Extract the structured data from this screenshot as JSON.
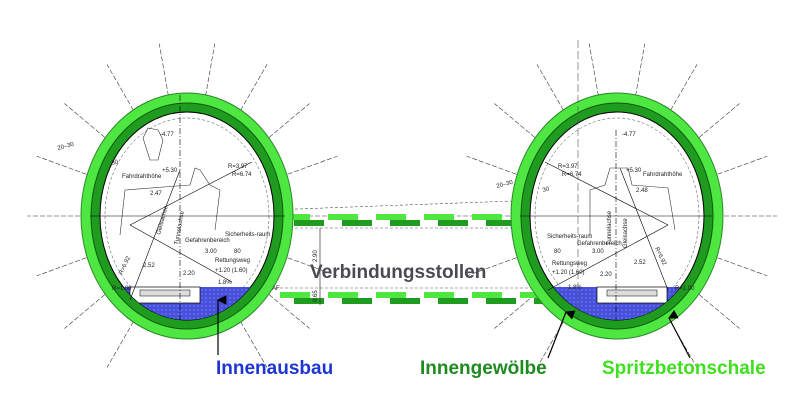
{
  "title": "Verbindungsstollen",
  "legend": [
    {
      "label": "Innenausbau",
      "color": "#1e35d6"
    },
    {
      "label": "Innengewölbe",
      "color": "#1f8a1f"
    },
    {
      "label": "Spritzbetonschale",
      "color": "#3ee01e"
    }
  ],
  "colors": {
    "spritzbeton": "#4ee640",
    "innengewoelbe": "#1f9b1f",
    "innenausbau": "#3b45d8"
  },
  "drawing_labels": {
    "thickness_outer": "20–30",
    "thickness_inner": "30",
    "fahrdraht": "Fahrdrahthöhe",
    "width_247": "2.47",
    "width_248": "2.48",
    "r397": "R=3.97",
    "r674": "R=6.74",
    "tunnelachse": "Tunnelachse",
    "gleisachse": "Gleisachse",
    "gefahrenbereich": "Gefahrenbereich",
    "sicherheitsraum": "Sicherheits-raum",
    "d300": "3.00",
    "d80": "80",
    "rettungsweg": "Rettungsweg",
    "rw_height": "+1.20 (1.60)",
    "d252": "2.52",
    "d220": "2.20",
    "r692": "R=6.92",
    "r100": "R=1.00",
    "slope": "1.8%",
    "top_level": "-4.77",
    "fd_level": "+5.30",
    "af": "AF",
    "stollen_height": "2.90",
    "stollen_base": "0.65"
  }
}
